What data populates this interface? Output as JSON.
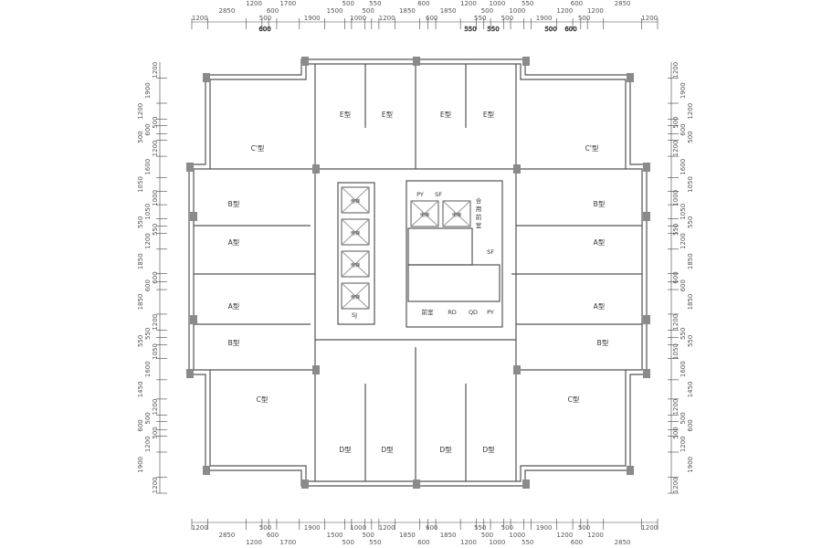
{
  "title": "Floor plan",
  "colors": {
    "wall": "#8a8a8a",
    "line": "#555555",
    "dim": "#444444"
  },
  "dimensions": {
    "top": [
      "1200",
      "2850",
      "1200",
      "500",
      "600",
      "1700",
      "1900",
      "1500",
      "500",
      "1000",
      "500",
      "550",
      "1200",
      "1850",
      "600",
      "600",
      "1850",
      "1200",
      "550",
      "500",
      "1000",
      "500",
      "1000",
      "550",
      "1900",
      "1200",
      "600",
      "500",
      "1200",
      "2850",
      "1200"
    ],
    "top_sub": [
      "600",
      "550",
      "550",
      "500",
      "600"
    ],
    "left": [
      "1200",
      "1900",
      "1200",
      "500",
      "600",
      "500",
      "1200",
      "1600",
      "1050",
      "1000",
      "1050",
      "550",
      "550",
      "1200",
      "1850",
      "600",
      "600",
      "1850",
      "1200",
      "550",
      "550",
      "1050",
      "1600",
      "1450",
      "1200",
      "500",
      "600",
      "500",
      "1200",
      "1900",
      "1200"
    ]
  },
  "units": [
    "C'型",
    "C'型",
    "E型",
    "E型",
    "E型",
    "E型",
    "B型",
    "B型",
    "A型",
    "A型",
    "A型",
    "A型",
    "B型",
    "B型",
    "C型",
    "C型",
    "D型",
    "D型",
    "D型",
    "D型"
  ],
  "core_labels": [
    "PY",
    "SF",
    "合用前室",
    "SF",
    "SJ",
    "前室",
    "RD",
    "QD",
    "PY"
  ],
  "elevator_label": "电梯"
}
